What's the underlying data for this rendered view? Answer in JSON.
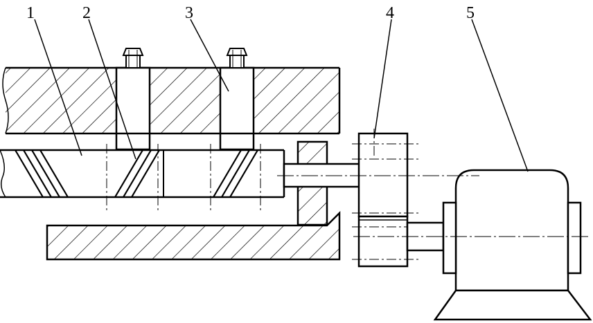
{
  "labels": {
    "part1": "1",
    "part2": "2",
    "part3": "3",
    "part4": "4",
    "part5": "5"
  },
  "colors": {
    "line": "#000000",
    "background": "#ffffff"
  }
}
